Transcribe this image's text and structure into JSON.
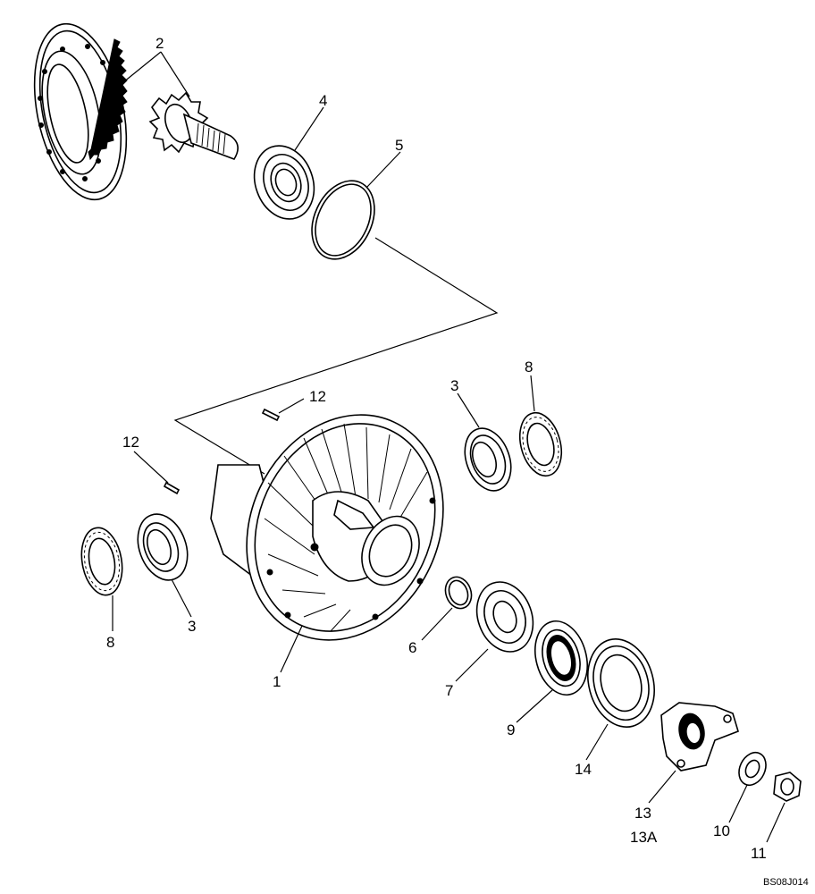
{
  "diagram": {
    "drawing_code": "BS08J014",
    "callouts": {
      "c1": "1",
      "c2": "2",
      "c3a": "3",
      "c3b": "3",
      "c4": "4",
      "c5": "5",
      "c6": "6",
      "c7": "7",
      "c8a": "8",
      "c8b": "8",
      "c9": "9",
      "c10": "10",
      "c11": "11",
      "c12a": "12",
      "c12b": "12",
      "c13": "13",
      "c13a": "13A",
      "c14": "14"
    }
  }
}
